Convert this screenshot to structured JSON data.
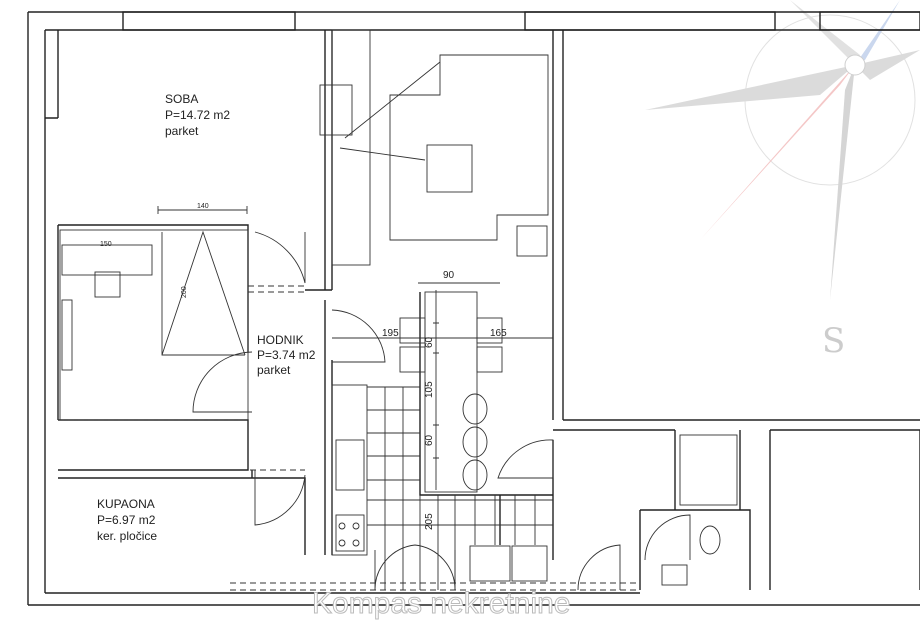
{
  "rooms": [
    {
      "name": "SOBA",
      "area": "P=14.72 m2",
      "floor": "parket"
    },
    {
      "name": "HODNIK",
      "area": "P=3.74 m2",
      "floor": "parket"
    },
    {
      "name": "KUPAONA",
      "area": "P=6.97 m2",
      "floor": "ker. pločice"
    }
  ],
  "dimensions": {
    "wardrobe_width": "140",
    "desk_width": "150",
    "bed_length": "200",
    "table_width": "90",
    "left_span": "195",
    "right_span": "165",
    "chair_spacing_top": "60",
    "counter_gap": "105",
    "chair_spacing_bottom": "60",
    "kitchen_depth": "205"
  },
  "compass": {
    "south_label": "S",
    "accent_color": "#e06060",
    "needle_color": "#6a8fd0"
  },
  "watermark": "Kompas nekretnine"
}
